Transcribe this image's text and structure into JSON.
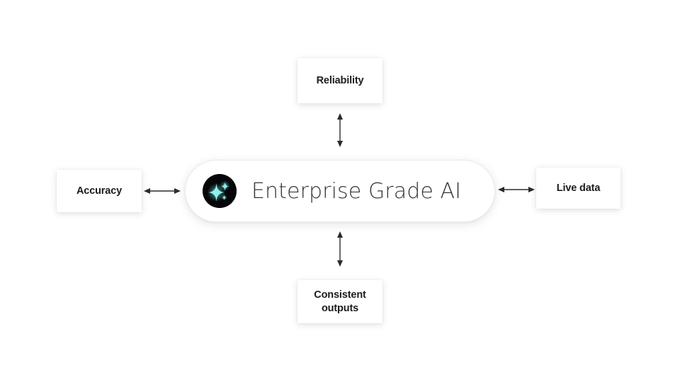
{
  "diagram": {
    "type": "hub-and-spoke",
    "background_color": "#ffffff",
    "center": {
      "title": "Enterprise Grade AI",
      "icon": "sparkle-icon",
      "icon_background_color": "#060608",
      "icon_accent_color": "#7fe6e0",
      "text_color": "#33363a",
      "shape": "pill"
    },
    "nodes": [
      {
        "id": "reliability",
        "label": "Reliability",
        "position": "top"
      },
      {
        "id": "accuracy",
        "label": "Accuracy",
        "position": "left"
      },
      {
        "id": "live-data",
        "label": "Live data",
        "position": "right"
      },
      {
        "id": "consistent-outputs",
        "label": "Consistent\noutputs",
        "position": "bottom"
      }
    ],
    "connectors": [
      {
        "id": "connector-top",
        "from": "reliability",
        "to": "center",
        "style": "double-headed-arrow",
        "orientation": "vertical"
      },
      {
        "id": "connector-bottom",
        "from": "center",
        "to": "consistent-outputs",
        "style": "double-headed-arrow",
        "orientation": "vertical"
      },
      {
        "id": "connector-left",
        "from": "accuracy",
        "to": "center",
        "style": "double-headed-arrow",
        "orientation": "horizontal"
      },
      {
        "id": "connector-right",
        "from": "center",
        "to": "live-data",
        "style": "double-headed-arrow",
        "orientation": "horizontal"
      }
    ],
    "colors": {
      "card_background": "#ffffff",
      "card_text": "#1c1c1c",
      "connector": "#2b2b2b"
    }
  }
}
